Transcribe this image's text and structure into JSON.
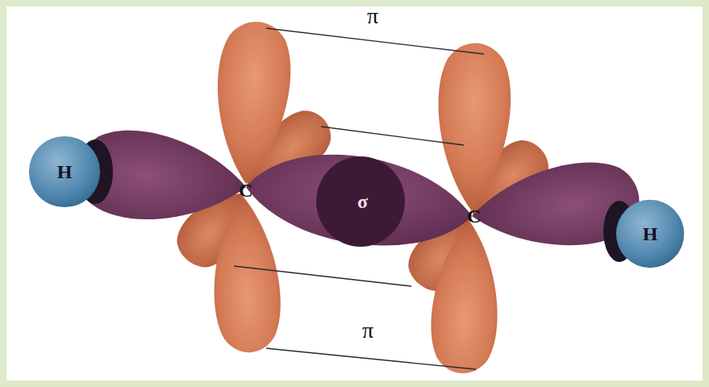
{
  "diagram": {
    "nodes": [
      {
        "text": [
          "H"
        ]
      },
      {
        "text": [
          "H"
        ]
      }
    ],
    "labels": [
      "π",
      "C",
      "σ",
      "C",
      "π"
    ]
  }
}
